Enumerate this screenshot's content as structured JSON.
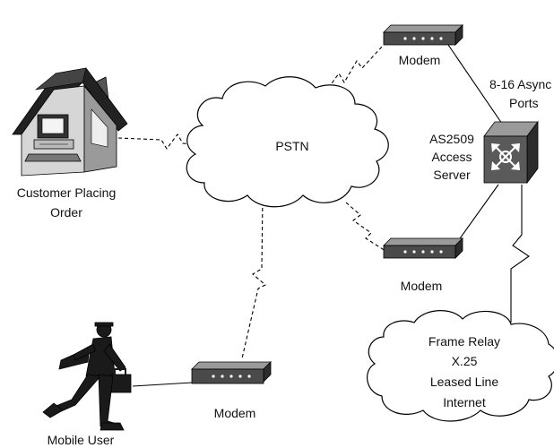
{
  "labels": {
    "modem_top": "Modem",
    "modem_mid": "Modem",
    "modem_bottom": "Modem",
    "pstn": "PSTN",
    "customer_line1": "Customer Placing",
    "customer_line2": "Order",
    "async_line1": "8-16 Async",
    "async_line2": "Ports",
    "server_line1": "AS2509",
    "server_line2": "Access",
    "server_line3": "Server",
    "wan_line1": "Frame Relay",
    "wan_line2": "X.25",
    "wan_line3": "Leased Line",
    "wan_line4": "Internet",
    "mobile_user": "Mobile User"
  },
  "icons": {
    "house": "house-with-computer-icon",
    "modem": "modem-icon",
    "access_server": "access-server-icon",
    "mobile_user": "running-man-with-briefcase-icon"
  },
  "colors": {
    "line": "#000000",
    "device_dark": "#3a3a3a",
    "device_light": "#8e8e8e",
    "cloud_fill": "#ffffff"
  }
}
